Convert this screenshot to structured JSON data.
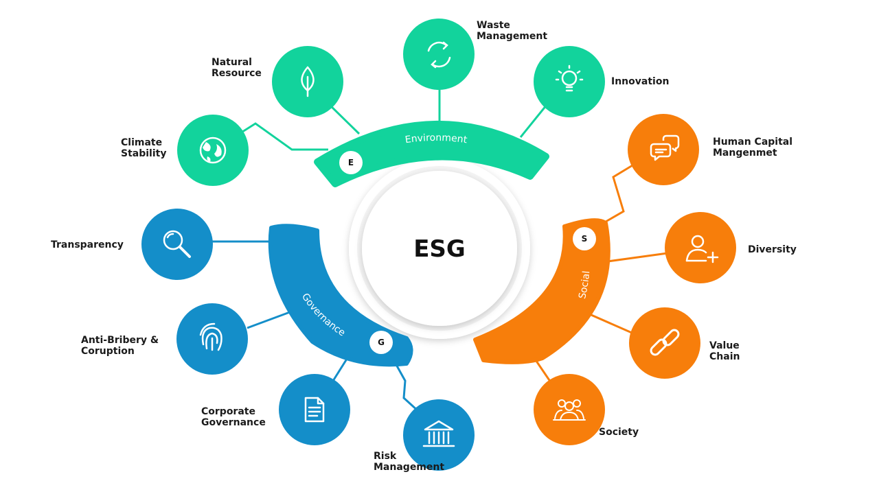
{
  "center": {
    "title": "ESG"
  },
  "colors": {
    "environment": "#12d39c",
    "social": "#f77e0b",
    "governance": "#148ec9"
  },
  "pillars": {
    "environment": {
      "label": "Environment",
      "badge": "E"
    },
    "social": {
      "label": "Social",
      "badge": "S"
    },
    "governance": {
      "label": "Governance",
      "badge": "G"
    }
  },
  "nodes": {
    "waste_management": {
      "icon": "recycle-icon",
      "lines": [
        "Waste",
        "Management"
      ]
    },
    "natural_resource": {
      "icon": "leaf-icon",
      "lines": [
        "Natural",
        "Resource"
      ]
    },
    "innovation": {
      "icon": "lightbulb-icon",
      "lines": [
        "Innovation"
      ]
    },
    "climate_stability": {
      "icon": "globe-icon",
      "lines": [
        "Climate",
        "Stability"
      ]
    },
    "human_capital": {
      "icon": "chat-bubbles-icon",
      "lines": [
        "Human Capital",
        "Mangenmet"
      ]
    },
    "diversity": {
      "icon": "add-user-icon",
      "lines": [
        "Diversity"
      ]
    },
    "value_chain": {
      "icon": "chain-link-icon",
      "lines": [
        "Value",
        "Chain"
      ]
    },
    "society": {
      "icon": "people-group-icon",
      "lines": [
        "Society"
      ]
    },
    "transparency": {
      "icon": "magnifier-icon",
      "lines": [
        "Transparency"
      ]
    },
    "anti_bribery": {
      "icon": "fingerprint-icon",
      "lines": [
        "Anti-Bribery &",
        "Coruption"
      ]
    },
    "corporate_governance": {
      "icon": "document-icon",
      "lines": [
        "Corporate",
        "Governance"
      ]
    },
    "risk_management": {
      "icon": "bank-building-icon",
      "lines": [
        "Risk",
        "Management"
      ]
    }
  }
}
